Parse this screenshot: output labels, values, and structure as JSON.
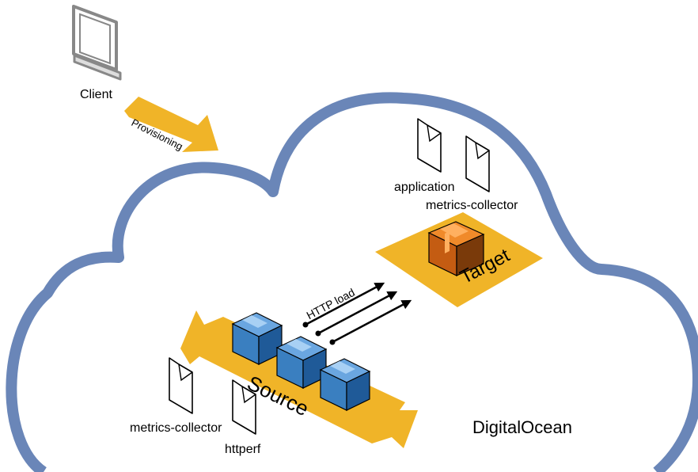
{
  "labels": {
    "client": "Client",
    "provisioning": "Provisioning",
    "application": "application",
    "metrics_collector_target": "metrics-collector",
    "target": "Target",
    "http_load": "HTTP load",
    "source": "Source",
    "metrics_collector_source": "metrics-collector",
    "httperf": "httperf",
    "cloud_provider": "DigitalOcean"
  },
  "icons": {
    "client": "computer-icon",
    "file": "document-icon",
    "target_box": "orange-package-icon",
    "source_box": "blue-package-icon"
  },
  "colors": {
    "cloud_outline": "#6a86b8",
    "platform": "#f0b428",
    "target_box": "#c05a10",
    "source_box": "#3a7fc0",
    "arrow": "#000000"
  }
}
